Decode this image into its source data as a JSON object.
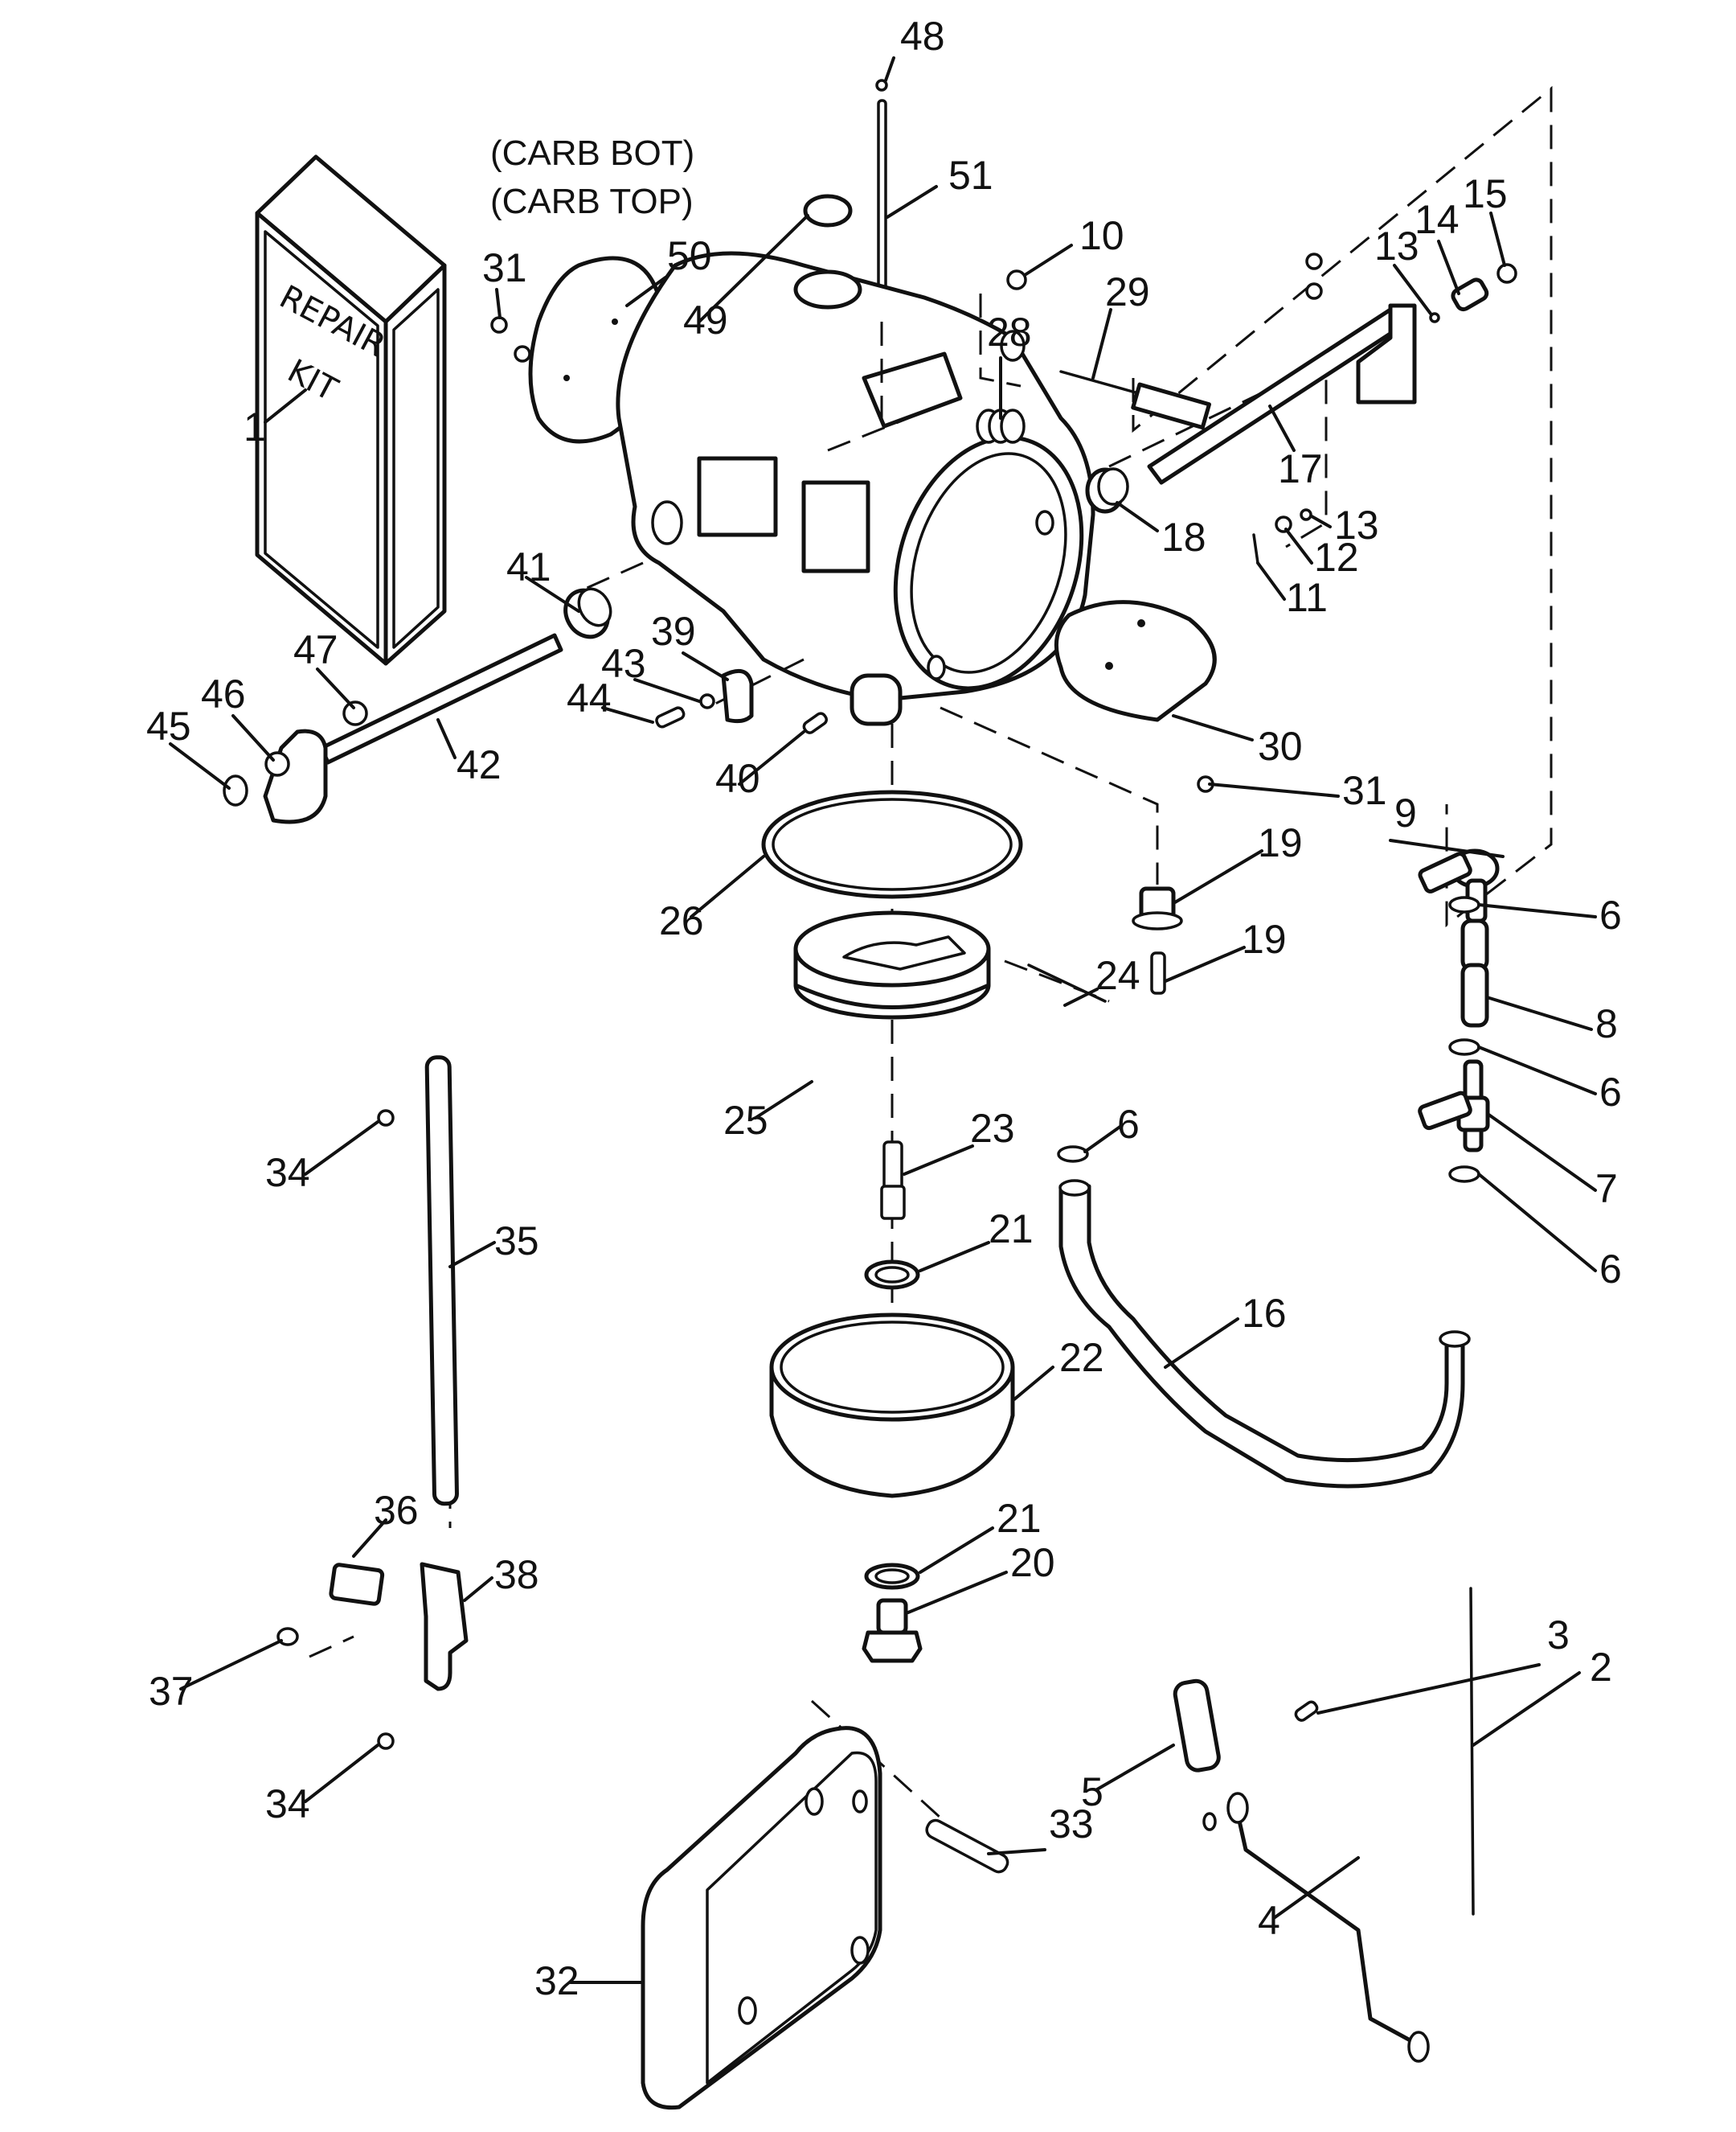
{
  "diagram": {
    "title": "Carburetor exploded parts view",
    "notes": [
      "(CARB BOT)",
      "(CARB TOP)"
    ],
    "repair_kit_label": [
      "REPAIR",
      "KIT"
    ],
    "callouts": [
      {
        "id": "48",
        "label": "48"
      },
      {
        "id": "51",
        "label": "51"
      },
      {
        "id": "10",
        "label": "10"
      },
      {
        "id": "29",
        "label": "29"
      },
      {
        "id": "28",
        "label": "28"
      },
      {
        "id": "13a",
        "label": "13"
      },
      {
        "id": "14",
        "label": "14"
      },
      {
        "id": "15",
        "label": "15"
      },
      {
        "id": "17",
        "label": "17"
      },
      {
        "id": "18",
        "label": "18"
      },
      {
        "id": "13b",
        "label": "13"
      },
      {
        "id": "12",
        "label": "12"
      },
      {
        "id": "11",
        "label": "11"
      },
      {
        "id": "31a",
        "label": "31"
      },
      {
        "id": "50",
        "label": "50"
      },
      {
        "id": "49",
        "label": "49"
      },
      {
        "id": "1",
        "label": "1"
      },
      {
        "id": "41",
        "label": "41"
      },
      {
        "id": "39",
        "label": "39"
      },
      {
        "id": "43",
        "label": "43"
      },
      {
        "id": "44",
        "label": "44"
      },
      {
        "id": "47",
        "label": "47"
      },
      {
        "id": "46",
        "label": "46"
      },
      {
        "id": "45",
        "label": "45"
      },
      {
        "id": "42",
        "label": "42"
      },
      {
        "id": "40",
        "label": "40"
      },
      {
        "id": "30",
        "label": "30"
      },
      {
        "id": "31b",
        "label": "31"
      },
      {
        "id": "9",
        "label": "9"
      },
      {
        "id": "19a",
        "label": "19"
      },
      {
        "id": "19b",
        "label": "19"
      },
      {
        "id": "26",
        "label": "26"
      },
      {
        "id": "24",
        "label": "24"
      },
      {
        "id": "25",
        "label": "25"
      },
      {
        "id": "6a",
        "label": "6"
      },
      {
        "id": "8",
        "label": "8"
      },
      {
        "id": "6b",
        "label": "6"
      },
      {
        "id": "6c",
        "label": "6"
      },
      {
        "id": "23",
        "label": "23"
      },
      {
        "id": "7",
        "label": "7"
      },
      {
        "id": "6d",
        "label": "6"
      },
      {
        "id": "21a",
        "label": "21"
      },
      {
        "id": "16",
        "label": "16"
      },
      {
        "id": "22",
        "label": "22"
      },
      {
        "id": "34a",
        "label": "34"
      },
      {
        "id": "35",
        "label": "35"
      },
      {
        "id": "36",
        "label": "36"
      },
      {
        "id": "38",
        "label": "38"
      },
      {
        "id": "37",
        "label": "37"
      },
      {
        "id": "34b",
        "label": "34"
      },
      {
        "id": "21b",
        "label": "21"
      },
      {
        "id": "20",
        "label": "20"
      },
      {
        "id": "3",
        "label": "3"
      },
      {
        "id": "2",
        "label": "2"
      },
      {
        "id": "5",
        "label": "5"
      },
      {
        "id": "33",
        "label": "33"
      },
      {
        "id": "4",
        "label": "4"
      },
      {
        "id": "32",
        "label": "32"
      }
    ]
  }
}
